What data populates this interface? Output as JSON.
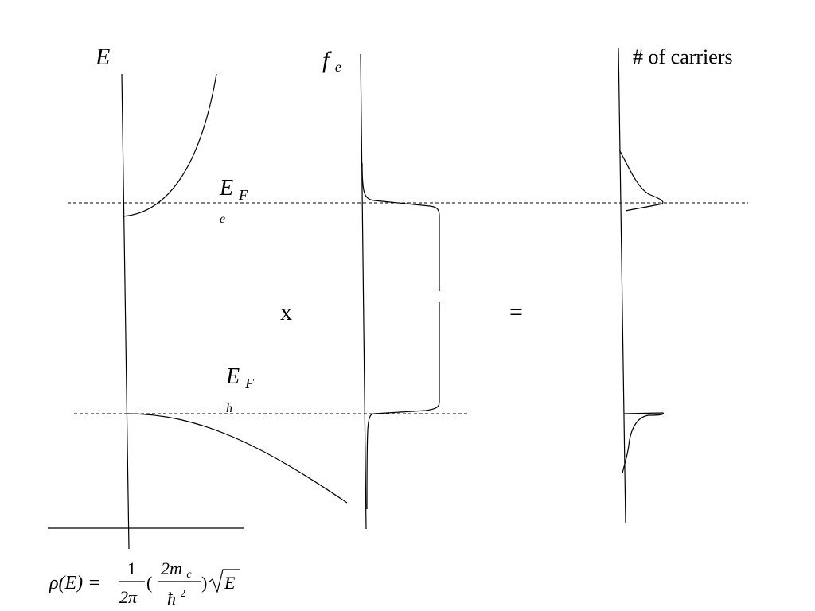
{
  "labels": {
    "energy_axis": "E",
    "fermi_function_main": "f",
    "fermi_function_sub": "e",
    "carriers_axis": "# of carriers",
    "fermi_e_main": "E",
    "fermi_e_sub1": "F",
    "fermi_e_sub2": "e",
    "fermi_h_main": "E",
    "fermi_h_sub1": "F",
    "fermi_h_sub2": "h",
    "multiply_sign": "x",
    "equals_sign": "="
  },
  "formula": {
    "lhs": "ρ(E) =",
    "frac1_num": "1",
    "frac1_den": "2π",
    "frac2_num": "2m",
    "frac2_num_sub": "c",
    "frac2_den": "ħ",
    "frac2_den_sup": "2",
    "open_paren": "(",
    "close_paren": ")",
    "sqrt_arg": "E"
  },
  "colors": {
    "ink": "#000000",
    "background": "#ffffff"
  }
}
